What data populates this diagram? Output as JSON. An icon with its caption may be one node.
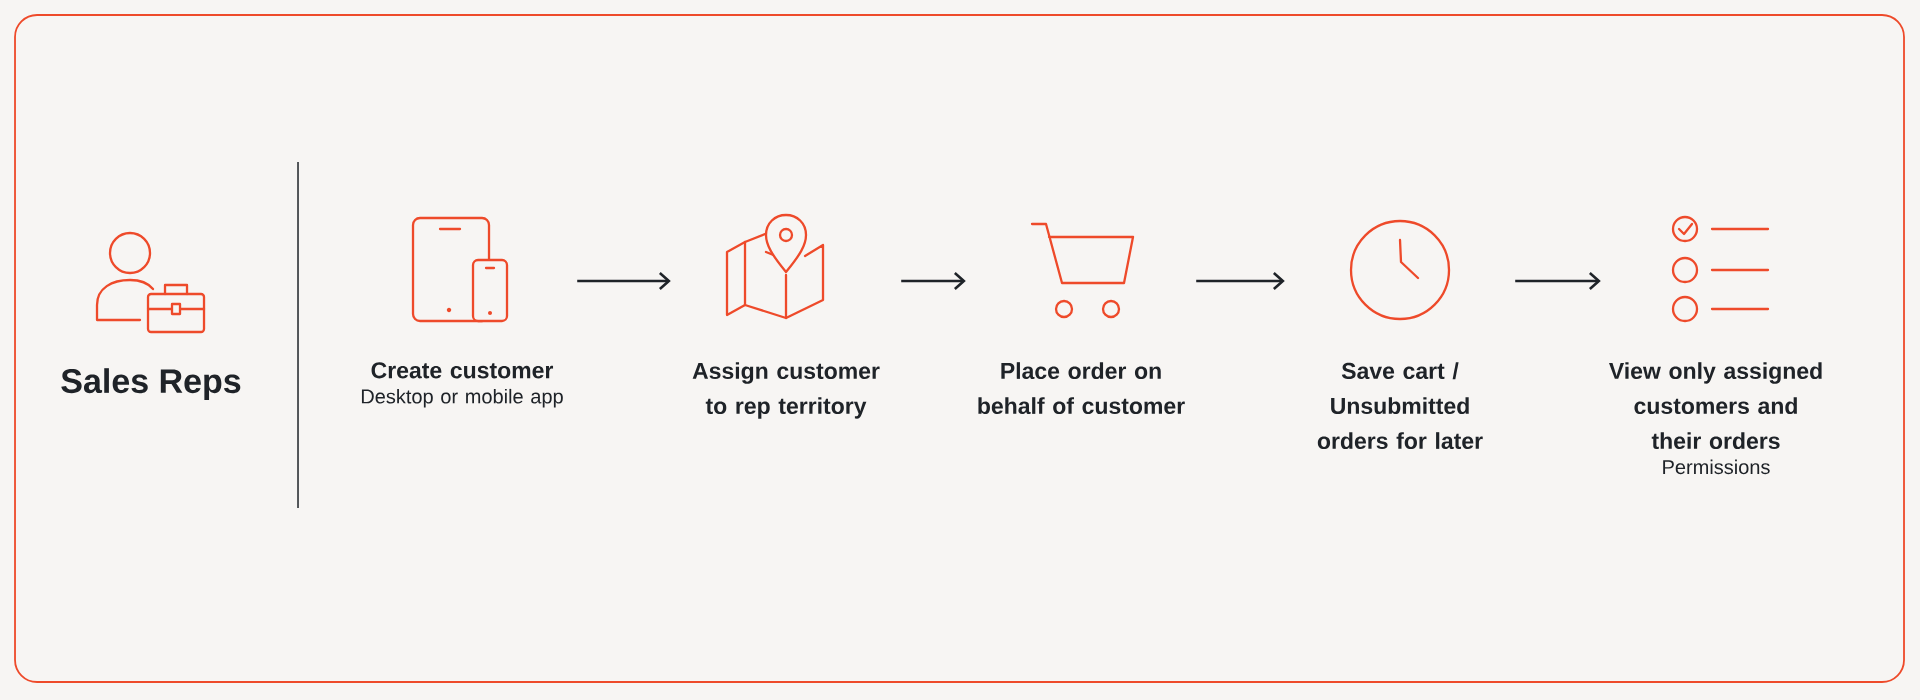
{
  "diagram": {
    "nodes": [
      {
        "text": [
          "Sales Reps"
        ]
      },
      {
        "text": [
          "Create customer",
          "Desktop or mobile app"
        ]
      },
      {
        "text": [
          "Assign customer to rep territory"
        ]
      },
      {
        "text": [
          "Place order on behalf of customer"
        ]
      },
      {
        "text": [
          "Save cart / Unsubmitted orders for later"
        ]
      },
      {
        "text": [
          "View only assigned customers and their orders",
          "Permissions"
        ]
      }
    ],
    "edges": [
      {
        "from": 1,
        "to": 2,
        "arrow": "to"
      },
      {
        "from": 2,
        "to": 3,
        "arrow": "to"
      },
      {
        "from": 3,
        "to": 4,
        "arrow": "to"
      },
      {
        "from": 4,
        "to": 5,
        "arrow": "to"
      }
    ]
  }
}
